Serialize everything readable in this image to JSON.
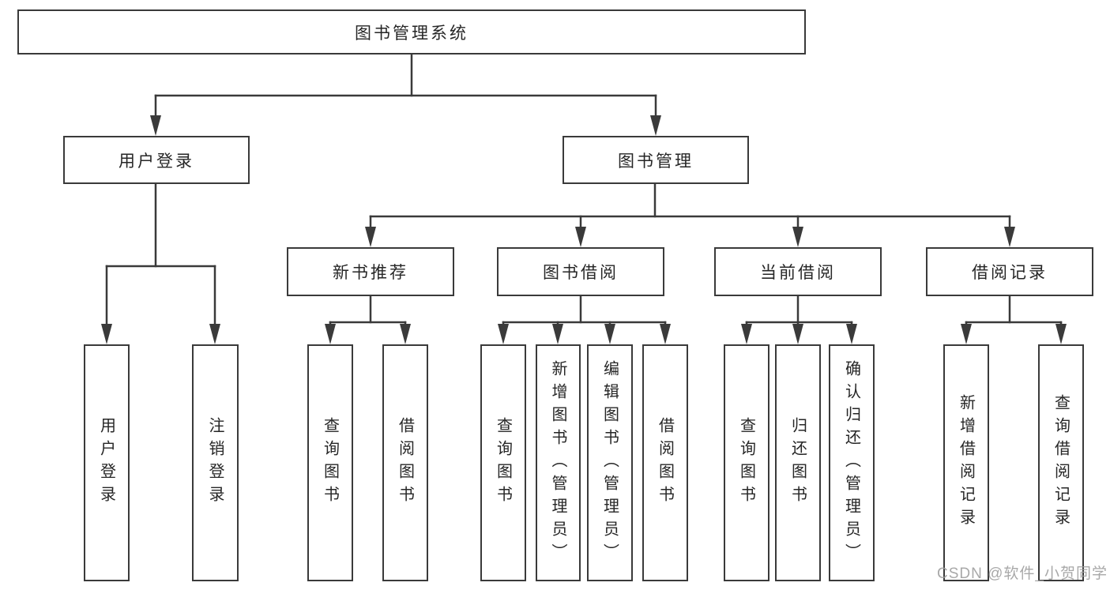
{
  "diagram": {
    "type": "hierarchy-tree",
    "background": "#ffffff",
    "line_color": "#3a3a3a",
    "box_border_color": "#3a3a3a",
    "text_color": "#262626",
    "watermark_color": "#9e9e9e"
  },
  "nodes": {
    "root": {
      "label": "图书管理系统"
    },
    "login": {
      "label": "用户登录"
    },
    "manage": {
      "label": "图书管理"
    },
    "login_user": {
      "label": "用户登录"
    },
    "login_logout": {
      "label": "注销登录"
    },
    "rec": {
      "label": "新书推荐"
    },
    "rec_query": {
      "label": "查询图书"
    },
    "rec_borrow": {
      "label": "借阅图书"
    },
    "borrow": {
      "label": "图书借阅"
    },
    "borrow_query": {
      "label": "查询图书"
    },
    "borrow_add": {
      "label": "新增图书（管理员）"
    },
    "borrow_edit": {
      "label": "编辑图书（管理员）"
    },
    "borrow_do": {
      "label": "借阅图书"
    },
    "current": {
      "label": "当前借阅"
    },
    "current_query": {
      "label": "查询图书"
    },
    "current_return": {
      "label": "归还图书"
    },
    "current_confirm": {
      "label": "确认归还（管理员）"
    },
    "record": {
      "label": "借阅记录"
    },
    "record_add": {
      "label": "新增借阅记录"
    },
    "record_query": {
      "label": "查询借阅记录"
    }
  },
  "structure": {
    "图书管理系统": {
      "用户登录": [
        "用户登录",
        "注销登录"
      ],
      "图书管理": {
        "新书推荐": [
          "查询图书",
          "借阅图书"
        ],
        "图书借阅": [
          "查询图书",
          "新增图书（管理员）",
          "编辑图书（管理员）",
          "借阅图书"
        ],
        "当前借阅": [
          "查询图书",
          "归还图书",
          "确认归还（管理员）"
        ],
        "借阅记录": [
          "新增借阅记录",
          "查询借阅记录"
        ]
      }
    }
  },
  "watermark": {
    "text": "CSDN @软件_小贺同学"
  }
}
